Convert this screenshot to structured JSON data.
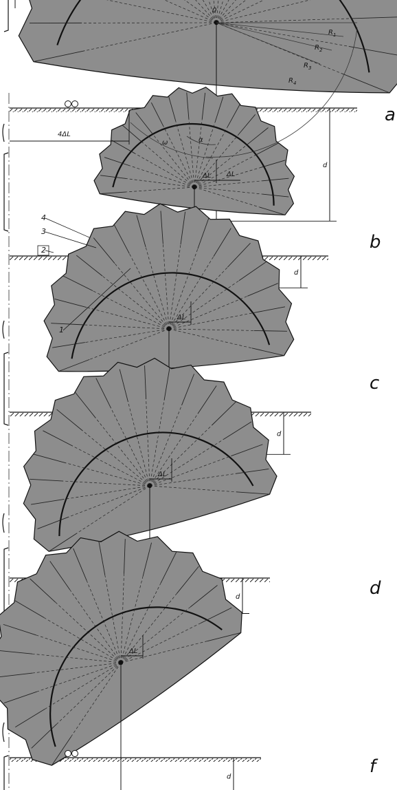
{
  "colors": {
    "background": "#ffffff",
    "body_fill": "#8d8d8d",
    "stroke": "#111111",
    "fan_line": "#222222"
  },
  "panels": [
    {
      "id": "a",
      "panel_label": "a",
      "center_label": "0",
      "radius_labels": [
        "R1",
        "R2",
        "R3",
        "R4"
      ],
      "angle_labels": [
        "ω",
        "α"
      ],
      "dim_bottom_label": "ΔL",
      "dim_left_label": "4ΔL",
      "depth_label": "d"
    },
    {
      "id": "b",
      "panel_label": "b",
      "dim_top_label": "ΔL",
      "depth_label": "d",
      "callouts": [
        "1",
        "2",
        "3",
        "4"
      ]
    },
    {
      "id": "c",
      "panel_label": "c",
      "dim_top_label": "ΔL",
      "depth_label": "d"
    },
    {
      "id": "d",
      "panel_label": "d",
      "dim_top_label": "ΔL",
      "depth_label": "d"
    },
    {
      "id": "f",
      "panel_label": "f",
      "dim_top_label": "ΔL",
      "depth_label": "d"
    }
  ]
}
